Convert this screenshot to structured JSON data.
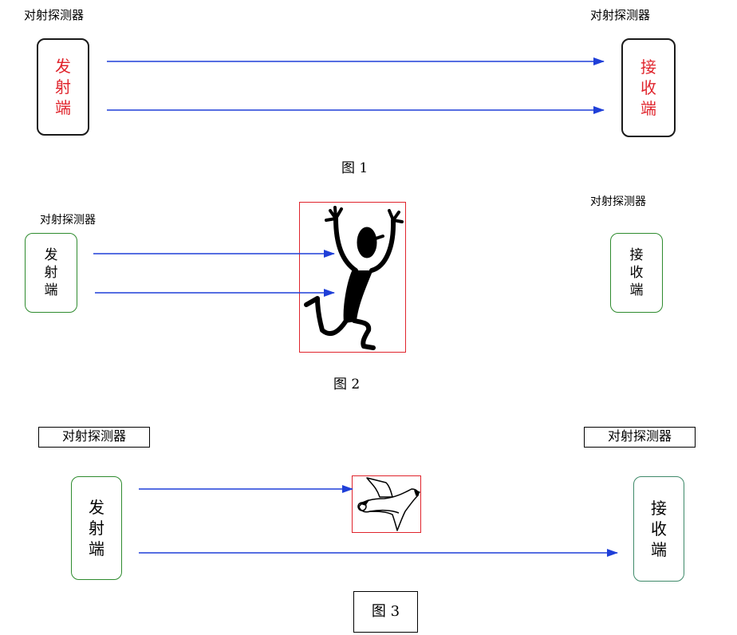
{
  "figures": [
    {
      "id": "fig1",
      "caption": "图 1",
      "left_title": "对射探测器",
      "right_title": "对射探测器",
      "transmitter": [
        "发",
        "射",
        "端"
      ],
      "receiver": [
        "接",
        "收",
        "端"
      ],
      "beams": [
        "unobstructed",
        "unobstructed"
      ],
      "label_color": "#e0242c",
      "box_color": "#1a1a1a"
    },
    {
      "id": "fig2",
      "caption": "图 2",
      "left_title": "对射探测器",
      "right_title": "对射探测器",
      "transmitter": [
        "发",
        "射",
        "端"
      ],
      "receiver": [
        "接",
        "收",
        "端"
      ],
      "beams": [
        "blocked",
        "blocked"
      ],
      "obstacle": "person-icon",
      "box_color": "#2e8b2e"
    },
    {
      "id": "fig3",
      "caption": "图 3",
      "left_title": "对射探测器",
      "right_title": "对射探测器",
      "transmitter": [
        "发",
        "射",
        "端"
      ],
      "receiver": [
        "接",
        "收",
        "端"
      ],
      "beams": [
        "blocked",
        "unobstructed"
      ],
      "obstacle": "bird-icon",
      "box_color": "#2e8b2e"
    }
  ],
  "colors": {
    "beam": "#1f3fd8",
    "obstacle_border": "#e0242c"
  }
}
